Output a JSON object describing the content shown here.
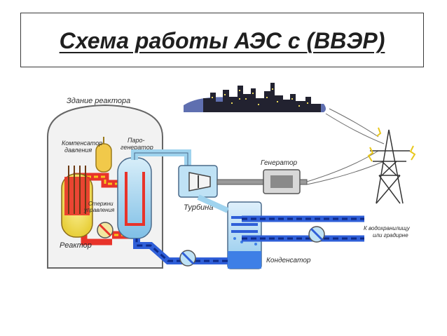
{
  "slide": {
    "title": "Схема работы АЭС с (ВВЭР)"
  },
  "diagram": {
    "labels": {
      "building": "Здание реактора",
      "pressurizer_line1": "Компенсатор",
      "pressurizer_line2": "давления",
      "steam_gen_line1": "Паро-",
      "steam_gen_line2": "генератор",
      "control_rods_line1": "Стержни",
      "control_rods_line2": "управления",
      "reactor": "Реактор",
      "turbine": "Турбина",
      "generator": "Генератор",
      "condenser": "Конденсатор",
      "reservoir_line1": "К водохранилищу",
      "reservoir_line2": "или градирне"
    },
    "colors": {
      "hot_loop": "#e8332a",
      "hot_loop_dash": "#f7c51d",
      "cold_loop": "#2f5fd8",
      "cold_loop_dash": "#0e2a8a",
      "steam": "#9fd3ee",
      "water": "#3e7fe6",
      "reactor_core": "#f3e05a",
      "city_dark": "#222230",
      "city_light": "#e8d65b",
      "sky": "#5f6fb0"
    }
  }
}
